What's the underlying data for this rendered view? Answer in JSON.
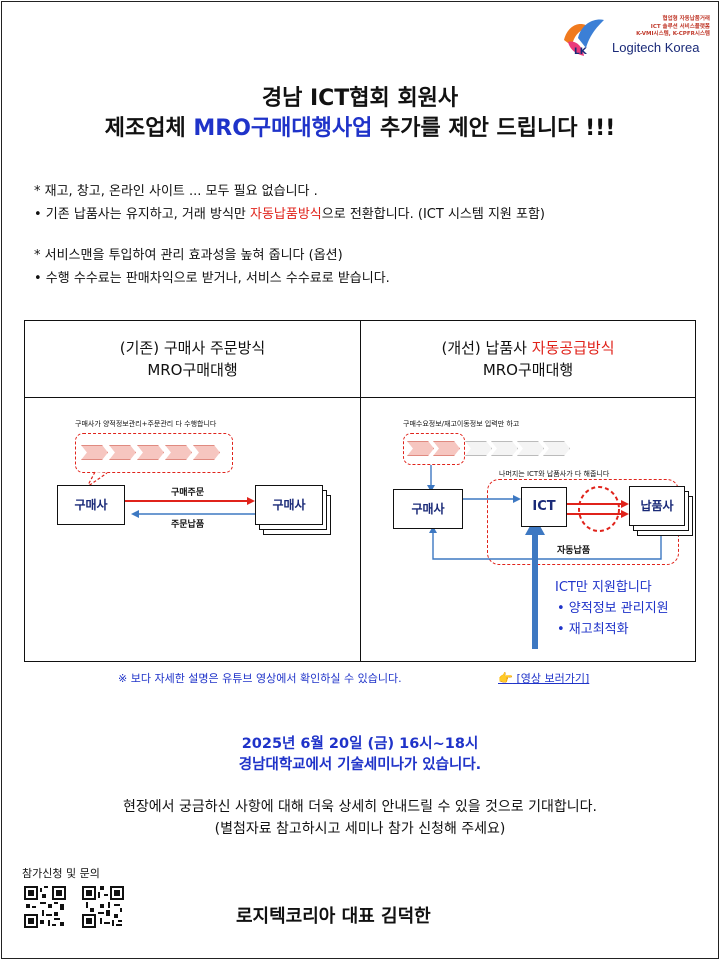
{
  "logo": {
    "tagline": [
      "협업형 자동납품거래",
      "ICT 솔루션 서비스플랫폼",
      "K-VMI시스템, K-CPFR시스템"
    ],
    "mark": "LK",
    "name": "Logitech Korea"
  },
  "heading": {
    "line1": "경남 ICT협회 회원사",
    "line2_prefix": "제조업체 ",
    "line2_highlight": "MRO구매대행사업",
    "line2_suffix": " 추가를 제안 드립니다 !!!"
  },
  "bullets": {
    "b1": "* 재고, 창고, 온라인 사이트 ...  모두 필요 없습니다 .",
    "b2_prefix": "•   기존 납품사는 유지하고, 거래 방식만 ",
    "b2_highlight": "자동납품방식",
    "b2_suffix": "으로 전환합니다. (ICT 시스템 지원 포함)",
    "b3": "* 서비스맨을 투입하여 관리 효과성을 높혀 줍니다 (옵션)",
    "b4": "•   수행 수수료는 판매차익으로 받거나, 서비스 수수료로 받습니다."
  },
  "compare": {
    "left": {
      "title": "(기존) 구매사 주문방식",
      "subtitle": "MRO구매대행",
      "note": "구매사가 양적정보관리+주문관리 다 수행합니다",
      "box_buyer": "구매사",
      "box_supplier": "구매사",
      "arrow_order": "구매주문",
      "arrow_delivery": "주문납품"
    },
    "right": {
      "title_prefix": "(개선) 납품사 ",
      "title_highlight": "자동공급방식",
      "subtitle": "MRO구매대행",
      "note": "구매수요정보/재고이동정보 입력만 하고",
      "note2": "나머지는 ICT와 납품사가 다 해줍니다",
      "box_buyer": "구매사",
      "box_ict": "ICT",
      "box_supplier": "납품사",
      "arrow_delivery": "자동납품",
      "ict_heading": "ICT만 지원합니다",
      "ict_items": [
        "•  양적정보 관리지원",
        "•  재고최적화"
      ]
    }
  },
  "reference": {
    "text": "※ 보다 자세한 설명은 유튜브 영상에서 확인하실 수 있습니다.",
    "link": "[영상 보러가기]",
    "link_icon": "pointing-hand-icon"
  },
  "event": {
    "line1": "2025년 6월 20일 (금) 16시~18시",
    "line2": "경남대학교에서 기술세미나가 있습니다."
  },
  "closing": {
    "line1": "현장에서 궁금하신 사항에 대해 더욱 상세히 안내드릴 수 있을 것으로 기대합니다.",
    "line2": "(별첨자료 참고하시고 세미나 참가 신청해 주세요)"
  },
  "contact": {
    "label": "참가신청 및 문의"
  },
  "signature": "로지텍코리아 대표 김덕한",
  "colors": {
    "accent_blue": "#1f33c9",
    "accent_red": "#e0231b",
    "arrow_blue": "#3d78c2"
  }
}
